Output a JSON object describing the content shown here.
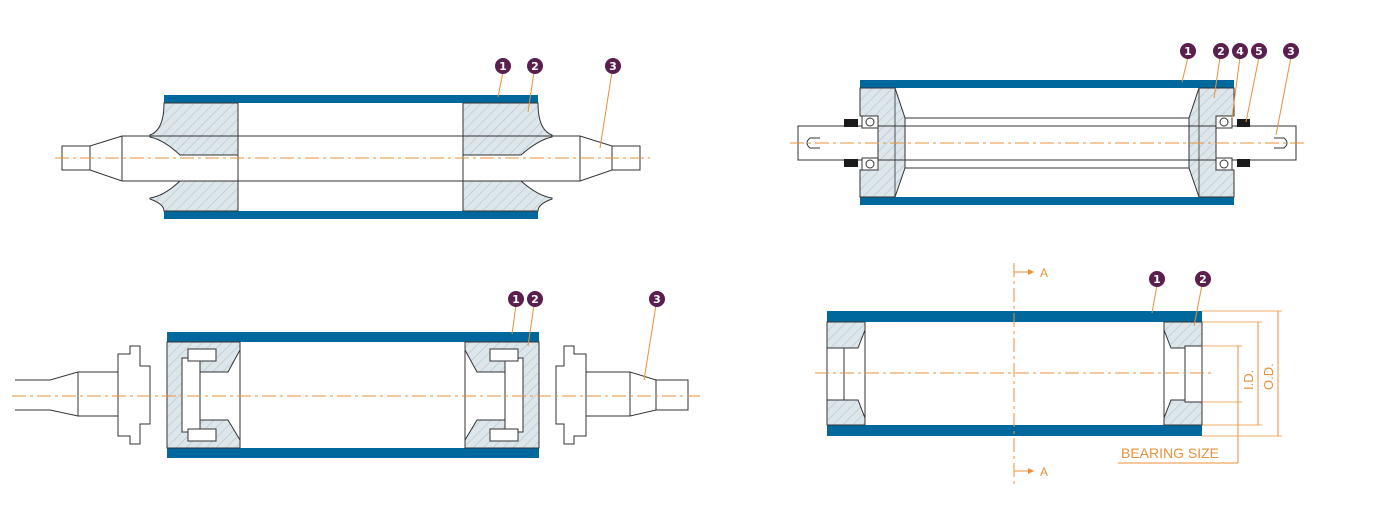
{
  "colors": {
    "tube_fill": "#00689c",
    "hatch_bg": "#dde6ea",
    "hatch_line": "#a9bcc6",
    "outline": "#333333",
    "centerline": "#e8913a",
    "badge": "#5a1e4f",
    "seal": "#1a1a1a"
  },
  "diagram1": {
    "callouts": [
      "1",
      "2",
      "3"
    ]
  },
  "diagram2": {
    "callouts": [
      "1",
      "2",
      "4",
      "5",
      "3"
    ]
  },
  "diagram3": {
    "callouts": [
      "1",
      "2",
      "3"
    ]
  },
  "diagram4": {
    "callouts": [
      "1",
      "2"
    ],
    "section_top": "A",
    "section_bottom": "A",
    "id_label": "I.D.",
    "od_label": "O.D.",
    "bearing_label": "BEARING SIZE"
  }
}
